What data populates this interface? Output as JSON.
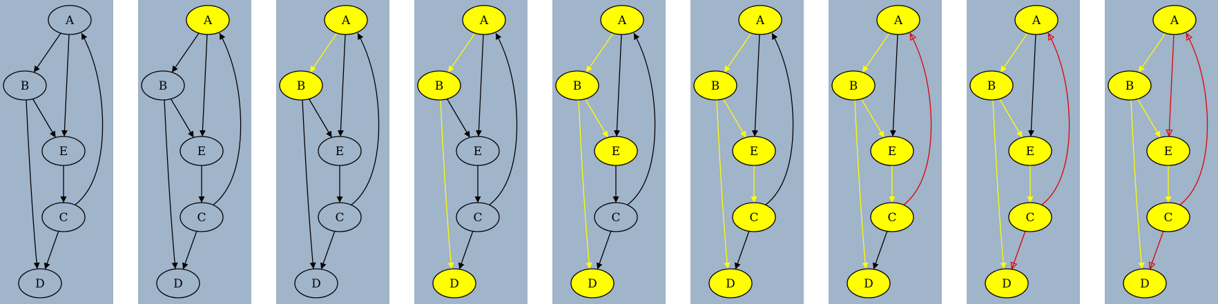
{
  "colors": {
    "panel": "#a0b4ca",
    "unvisited_node": "#a0b4ca",
    "visited_node": "#ffff00",
    "edge_default": "#000000",
    "edge_tree": "#ffff00",
    "edge_nontree": "#dd0000"
  },
  "nodes": [
    "A",
    "B",
    "E",
    "C",
    "D"
  ],
  "edges": [
    {
      "id": "A-B",
      "from": "A",
      "to": "B"
    },
    {
      "id": "A-E",
      "from": "A",
      "to": "E"
    },
    {
      "id": "B-E",
      "from": "B",
      "to": "E"
    },
    {
      "id": "B-D",
      "from": "B",
      "to": "D"
    },
    {
      "id": "E-C",
      "from": "E",
      "to": "C"
    },
    {
      "id": "C-A",
      "from": "C",
      "to": "A"
    },
    {
      "id": "C-D",
      "from": "C",
      "to": "D"
    }
  ],
  "steps": [
    {
      "visited": [],
      "edges": {}
    },
    {
      "visited": [
        "A"
      ],
      "edges": {}
    },
    {
      "visited": [
        "A",
        "B"
      ],
      "edges": {
        "A-B": "tree"
      }
    },
    {
      "visited": [
        "A",
        "B",
        "D"
      ],
      "edges": {
        "A-B": "tree",
        "B-D": "tree"
      }
    },
    {
      "visited": [
        "A",
        "B",
        "D",
        "E"
      ],
      "edges": {
        "A-B": "tree",
        "B-D": "tree",
        "B-E": "tree"
      }
    },
    {
      "visited": [
        "A",
        "B",
        "D",
        "E",
        "C"
      ],
      "edges": {
        "A-B": "tree",
        "B-D": "tree",
        "B-E": "tree",
        "E-C": "tree"
      }
    },
    {
      "visited": [
        "A",
        "B",
        "D",
        "E",
        "C"
      ],
      "edges": {
        "A-B": "tree",
        "B-D": "tree",
        "B-E": "tree",
        "E-C": "tree",
        "C-A": "nontree"
      }
    },
    {
      "visited": [
        "A",
        "B",
        "D",
        "E",
        "C"
      ],
      "edges": {
        "A-B": "tree",
        "B-D": "tree",
        "B-E": "tree",
        "E-C": "tree",
        "C-A": "nontree",
        "C-D": "nontree"
      }
    },
    {
      "visited": [
        "A",
        "B",
        "D",
        "E",
        "C"
      ],
      "edges": {
        "A-B": "tree",
        "B-D": "tree",
        "B-E": "tree",
        "E-C": "tree",
        "C-A": "nontree",
        "C-D": "nontree",
        "A-E": "nontree"
      }
    }
  ]
}
